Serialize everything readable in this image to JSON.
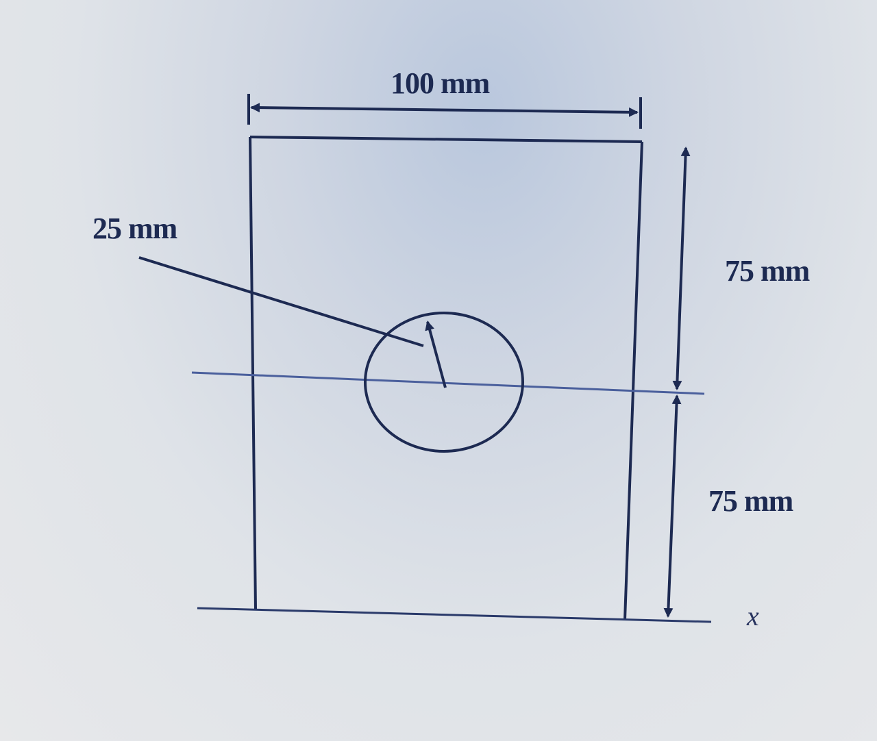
{
  "dimensions": {
    "width_label": "100 mm",
    "hole_radius_label": "25 mm",
    "upper_height_label": "75 mm",
    "lower_height_label": "75 mm"
  },
  "axis": {
    "x_label": "x"
  },
  "colors": {
    "ink": "#1d2a52",
    "centerline": "#4a5f9c"
  }
}
